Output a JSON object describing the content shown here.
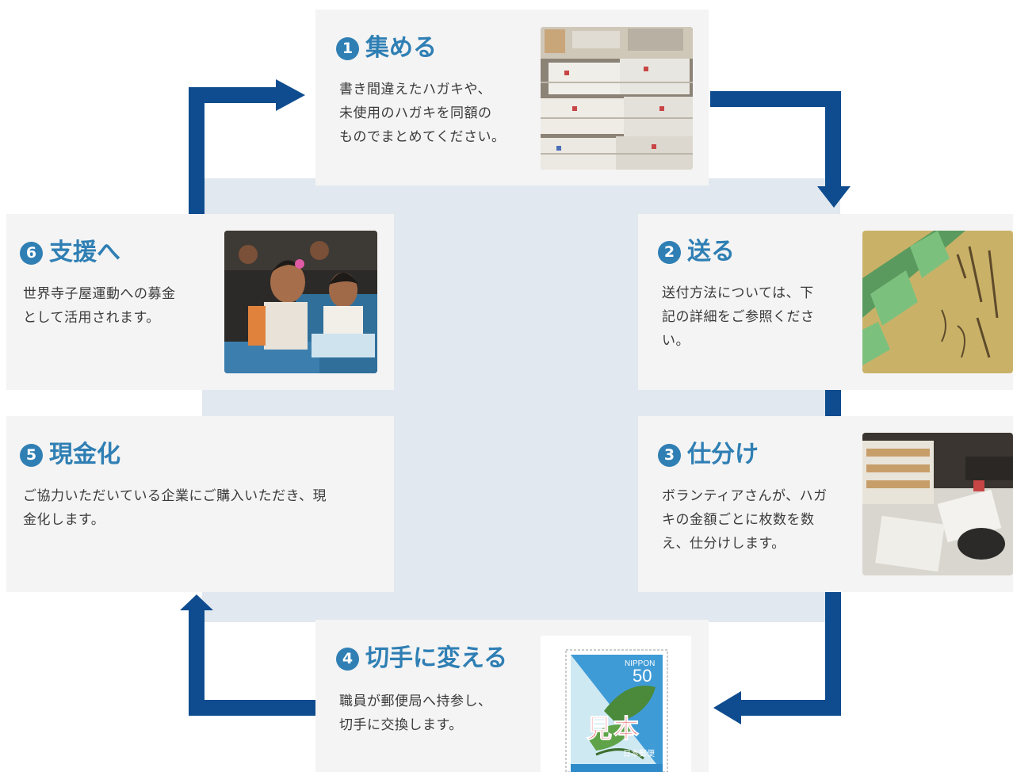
{
  "colors": {
    "accent_blue": "#2f7fb4",
    "arrow_navy": "#0e4c8f",
    "card_bg": "#f4f4f4",
    "center_bg": "#e1e8ef",
    "body_text": "#3a3a3a"
  },
  "steps": [
    {
      "number": "1",
      "title": "集める",
      "lines": [
        "書き間違えたハガキや、",
        "未使用のハガキを同額の",
        "ものでまとめてください。"
      ],
      "image_icon": "stacked-postcards-photo"
    },
    {
      "number": "2",
      "title": "送る",
      "lines": [
        "送付方法については、下",
        "記の詳細をご参照くださ",
        "い。"
      ],
      "image_icon": "addressed-envelope-photo"
    },
    {
      "number": "3",
      "title": "仕分け",
      "lines": [
        "ボランティアさんが、ハガ",
        "キの金額ごとに枚数を数",
        "え、仕分けします。"
      ],
      "image_icon": "sorting-postcards-photo"
    },
    {
      "number": "4",
      "title": "切手に変える",
      "lines": [
        "職員が郵便局へ持参し、",
        "切手に交換します。"
      ],
      "image_icon": "stamp-sample-image"
    },
    {
      "number": "5",
      "title": "現金化",
      "lines": [
        "ご協力いただいている企業にご購入いただき、現",
        "金化します。"
      ]
    },
    {
      "number": "6",
      "title": "支援へ",
      "lines": [
        "世界寺子屋運動への募金",
        "として活用されます。"
      ],
      "image_icon": "children-studying-photo"
    }
  ],
  "stamp": {
    "country": "NIPPON",
    "value": "50",
    "sample_mark": "見本",
    "issuer": "日本郵便"
  }
}
